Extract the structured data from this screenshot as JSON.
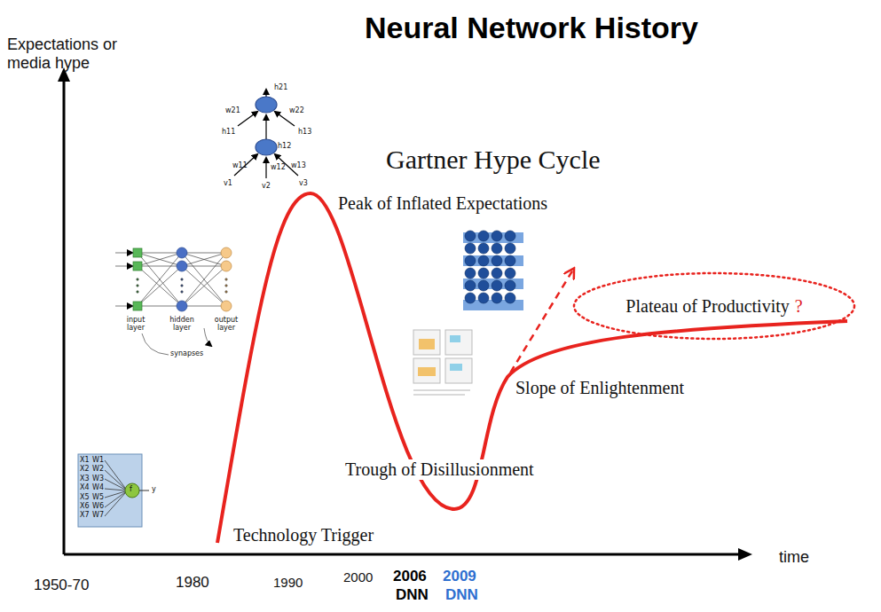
{
  "diagram": {
    "title": "Neural Network History",
    "nodes": [
      {
        "text": [
          "Plateau of Productivity",
          "?"
        ]
      }
    ],
    "edges": [],
    "labels": [
      "Expectations or media hype",
      "Gartner Hype Cycle",
      "Peak of Inflated Expectations",
      "Slope of Enlightenment",
      "Trough of Disillusionment",
      "Technology Trigger",
      "time",
      "1950-70",
      "1980",
      "1990",
      "2000",
      "2006",
      "DNN",
      "2009",
      "DNN",
      "input layer",
      "hidden layer",
      "output layer",
      "synapses",
      "h21",
      "w21",
      "w22",
      "h11",
      "h12",
      "h13",
      "w11",
      "w12",
      "w13",
      "v1",
      "v2",
      "v3",
      "X1",
      "X2",
      "X3",
      "X4",
      "X5",
      "X6",
      "X7",
      "W1",
      "W2",
      "W3",
      "W4",
      "W5",
      "W6",
      "W7",
      "y",
      "f"
    ]
  }
}
